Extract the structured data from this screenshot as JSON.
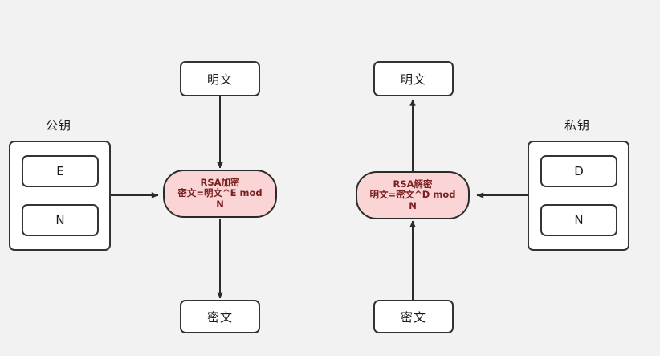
{
  "diagram": {
    "title": "RSA encryption and decryption flow",
    "background_color": "#f2f2f2",
    "accent_fill": "#fbd5d5",
    "accent_text_color": "#7a1f1f",
    "stroke_color": "#333333"
  },
  "encrypt_flow": {
    "plaintext_label": "明文",
    "ciphertext_label": "密文",
    "key_caption": "公钥",
    "key_parts": [
      {
        "label": "E"
      },
      {
        "label": "N"
      }
    ],
    "operation": {
      "title": "RSA加密",
      "formula_line1": "密文=明文^E mod",
      "formula_line2": "N"
    }
  },
  "decrypt_flow": {
    "plaintext_label": "明文",
    "ciphertext_label": "密文",
    "key_caption": "私钥",
    "key_parts": [
      {
        "label": "D"
      },
      {
        "label": "N"
      }
    ],
    "operation": {
      "title": "RSA解密",
      "formula_line1": "明文=密文^D mod",
      "formula_line2": "N"
    }
  },
  "connectors": [
    {
      "name": "encrypt-plaintext-to-rsa",
      "direction": "down"
    },
    {
      "name": "encrypt-rsa-to-ciphertext",
      "direction": "down"
    },
    {
      "name": "publickey-to-encrypt-rsa",
      "direction": "right"
    },
    {
      "name": "decrypt-ciphertext-to-rsa",
      "direction": "up"
    },
    {
      "name": "decrypt-rsa-to-plaintext",
      "direction": "up"
    },
    {
      "name": "privatekey-to-decrypt-rsa",
      "direction": "left"
    }
  ]
}
